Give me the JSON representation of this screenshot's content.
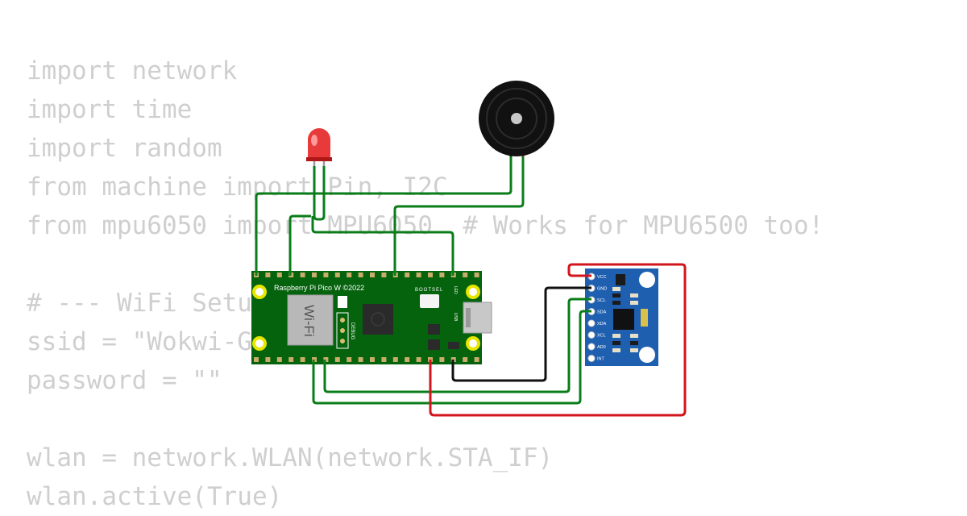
{
  "code_lines": [
    "import network",
    "import time",
    "import random",
    "from machine import Pin, I2C",
    "from mpu6050 import MPU6050  # Works for MPU6500 too!",
    "",
    "# --- WiFi Setup ---",
    "ssid = \"Wokwi-GUEST\"",
    "password = \"\"",
    "",
    "wlan = network.WLAN(network.STA_IF)",
    "wlan.active(True)"
  ],
  "pico": {
    "label": "Raspberry Pi Pico W ©2022",
    "wifi_label": "Wi-Fi",
    "debug_label": "DEBUG",
    "bootsel_label": "BOOTSEL",
    "led_label": "LED",
    "usb_label": "USB"
  },
  "mpu": {
    "pins": [
      "VCC",
      "GND",
      "SCL",
      "SDA",
      "XDA",
      "XCL",
      "AD0",
      "INT"
    ]
  },
  "colors": {
    "wire_green": "#0a7d1a",
    "wire_red": "#d2161e",
    "wire_black": "#111111",
    "pcb": "#05620d",
    "mpu_board": "#1f5fb0",
    "code_text": "#cfcfcf"
  }
}
